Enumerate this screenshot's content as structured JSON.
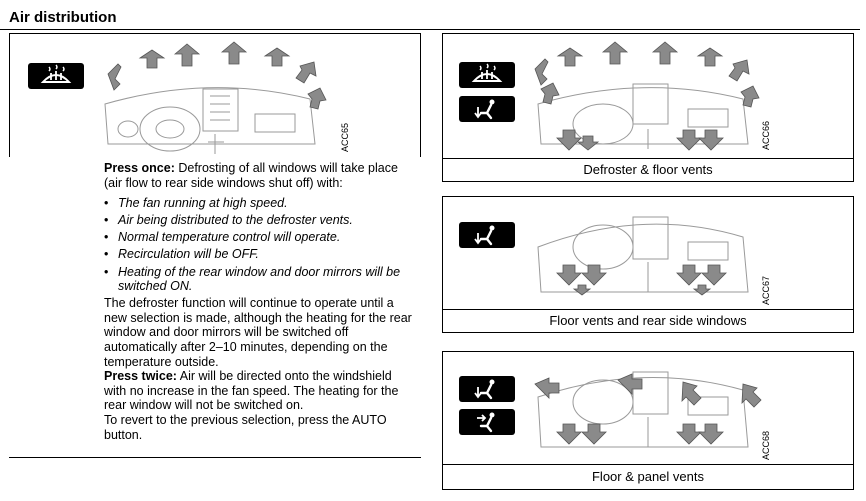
{
  "header": {
    "title": "Air distribution"
  },
  "panels": {
    "defrost": {
      "code": "ACC65",
      "icons": [
        "defroster-icon"
      ]
    },
    "defrost_floor": {
      "code": "ACC66",
      "caption": "Defroster & floor vents",
      "icons": [
        "defroster-icon",
        "floor-vent-icon"
      ]
    },
    "floor_rear": {
      "code": "ACC67",
      "caption": "Floor vents and rear side windows",
      "icons": [
        "floor-vent-icon"
      ]
    },
    "floor_panel": {
      "code": "ACC68",
      "caption": "Floor & panel vents",
      "icons": [
        "floor-vent-icon",
        "panel-vent-icon"
      ]
    }
  },
  "text": {
    "press_once_label": "Press once:",
    "press_once_text": " Defrosting of all windows will take place (air flow to rear side windows shut off) with:",
    "bullets": [
      "The fan running at high speed.",
      "Air being distributed to the defroster vents.",
      "Normal temperature control will operate.",
      "Recirculation will be OFF.",
      "Heating of the rear window and door mirrors will be switched ON."
    ],
    "continue_text": "The defroster function will continue to operate until a new selection is made, although the heating for the rear window and door mirrors will be switched off automatically after 2–10 minutes, depending on the temperature outside.",
    "press_twice_label": "Press twice:",
    "press_twice_text": " Air will be directed onto the windshield with no increase in the fan speed. The heating for the rear window will not be switched on.",
    "revert_text": "To revert to the previous selection, press the AUTO button."
  },
  "colors": {
    "arrow": "#8a8a8a",
    "button": "#000000",
    "line": "#9a9a9a"
  }
}
